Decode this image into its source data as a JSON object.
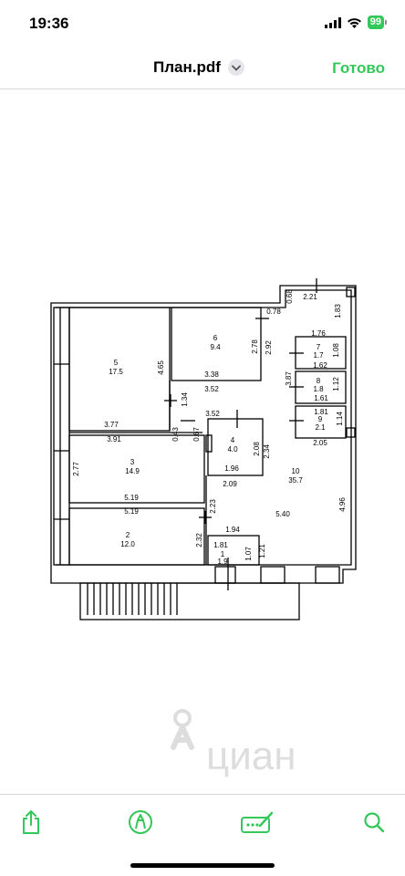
{
  "status": {
    "time": "19:36",
    "battery": "99"
  },
  "nav": {
    "title": "План.pdf",
    "done_label": "Готово"
  },
  "watermark": "циан",
  "rooms": [
    {
      "num": "5",
      "area": "17.5"
    },
    {
      "num": "6",
      "area": "9.4"
    },
    {
      "num": "7",
      "area": "1.7"
    },
    {
      "num": "8",
      "area": "1.8"
    },
    {
      "num": "9",
      "area": "2.1"
    },
    {
      "num": "4",
      "area": "4.0"
    },
    {
      "num": "3",
      "area": "14.9"
    },
    {
      "num": "10",
      "area": "35.7"
    },
    {
      "num": "2",
      "area": "12.0"
    },
    {
      "num": "1",
      "area": "1.9"
    }
  ],
  "dimensions": {
    "d_2_21": "2.21",
    "d_0_68": "0.68",
    "d_1_83": "1.83",
    "d_0_78": "0.78",
    "d_4_65": "4.65",
    "d_2_78": "2.78",
    "d_2_92": "2.92",
    "d_3_38": "3.38",
    "d_3_52a": "3.52",
    "d_1_34": "1.34",
    "d_1_76": "1.76",
    "d_1_08": "1.08",
    "d_1_62": "1.62",
    "d_3_87": "3.87",
    "d_1_12": "1.12",
    "d_1_61": "1.61",
    "d_1_81a": "1.81",
    "d_1_14": "1.14",
    "d_3_52b": "3.52",
    "d_3_77": "3.77",
    "d_3_91": "3.91",
    "d_0_43": "0.43",
    "d_0_67": "0.67",
    "d_2_05": "2.05",
    "d_2_08": "2.08",
    "d_2_34": "2.34",
    "d_1_96": "1.96",
    "d_2_77": "2.77",
    "d_2_09": "2.09",
    "d_5_19a": "5.19",
    "d_5_19b": "5.19",
    "d_2_23": "2.23",
    "d_5_40": "5.40",
    "d_4_96": "4.96",
    "d_2_32": "2.32",
    "d_1_94": "1.94",
    "d_1_81b": "1.81",
    "d_1_07": "1.07",
    "d_1_21": "1.21"
  }
}
